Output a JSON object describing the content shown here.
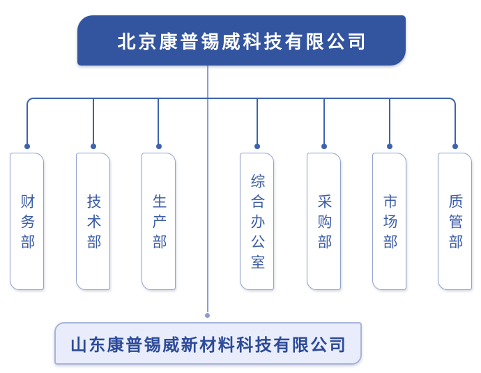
{
  "chart": {
    "type": "org-chart",
    "root": {
      "name": "北京康普锡威科技有限公司"
    },
    "departments": [
      {
        "name": "财务部"
      },
      {
        "name": "技术部"
      },
      {
        "name": "生产部"
      },
      {
        "name": "综合办公室"
      },
      {
        "name": "采购部"
      },
      {
        "name": "市场部"
      },
      {
        "name": "质管部"
      }
    ],
    "subsidiary": {
      "name": "山东康普锡威新材料科技有限公司"
    }
  },
  "colors": {
    "root-fill": "#33549F",
    "root-text": "#FFFFFF",
    "connector-dark": "#3D63AF",
    "connector-light": "#8C9DD0",
    "dept-border": "#93A1CD",
    "dept-fill": "#FFFFFF",
    "dept-text": "#3C5DA6",
    "subsidiary-fill": "#E9EDFB",
    "subsidiary-border": "#A9B3D8",
    "subsidiary-text": "#2C4A99",
    "canvas": "#FFFFFF"
  }
}
